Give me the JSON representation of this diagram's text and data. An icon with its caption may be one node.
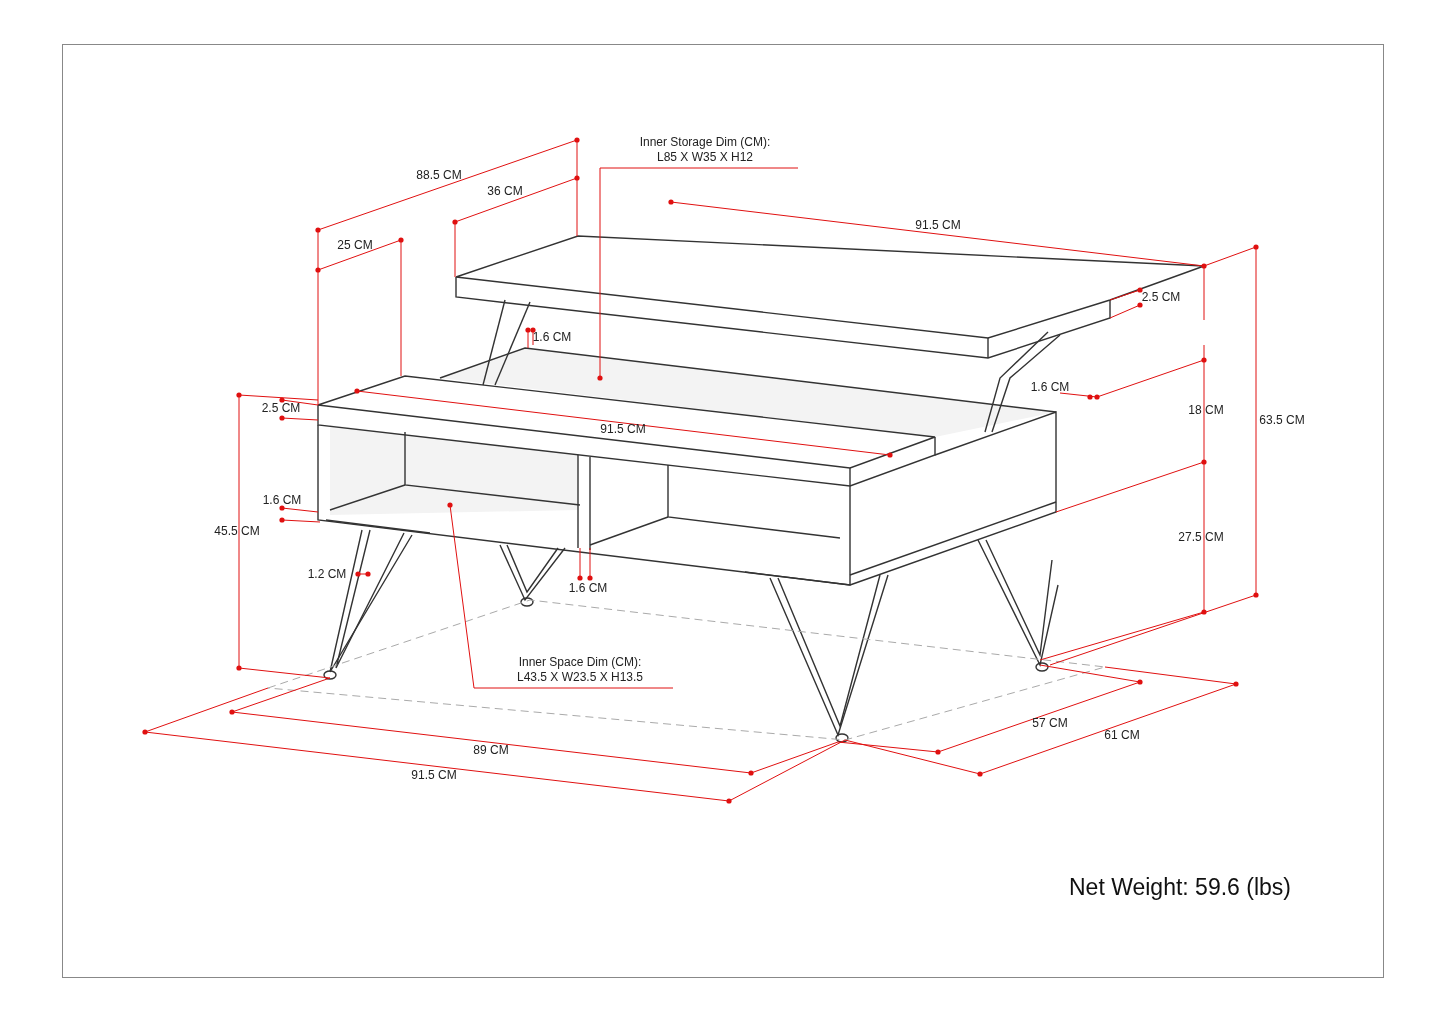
{
  "diagram": {
    "nodes": [
      {
        "text": [
          "Inner Storage Dim (CM):",
          "L85 X W35 X H12"
        ]
      },
      {
        "text": [],
        "shape": "box"
      },
      {
        "text": [
          "Inner Space Dim (CM):",
          "L43.5 X W23.5 X H13.5"
        ]
      },
      {
        "text": [],
        "shape": "box"
      }
    ],
    "edges": [
      {
        "from": 0,
        "to": 1,
        "arrow": "other"
      },
      {
        "from": 2,
        "to": 3,
        "arrow": "other"
      }
    ],
    "labels": [
      "88.5 CM",
      "36 CM",
      "25 CM",
      "91.5 CM",
      "2.5 CM",
      "1.6 CM",
      "1.6 CM",
      "2.5 CM",
      "91.5 CM",
      "18 CM",
      "63.5 CM",
      "1.6 CM",
      "45.5 CM",
      "27.5 CM",
      "1.2 CM",
      "1.6 CM",
      "57 CM",
      "61 CM",
      "89 CM",
      "91.5 CM",
      "Net Weight: 59.6 (lbs)"
    ]
  }
}
